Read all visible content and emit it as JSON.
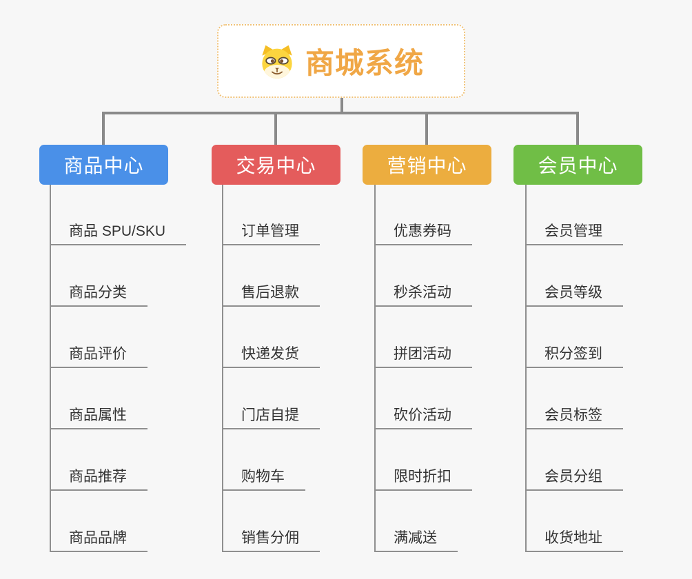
{
  "root": {
    "title": "商城系统",
    "icon": "dog-face-icon"
  },
  "branches": [
    {
      "label": "商品中心",
      "color": "#4a90e8",
      "children": [
        "商品 SPU/SKU",
        "商品分类",
        "商品评价",
        "商品属性",
        "商品推荐",
        "商品品牌"
      ]
    },
    {
      "label": "交易中心",
      "color": "#e45c5c",
      "children": [
        "订单管理",
        "售后退款",
        "快递发货",
        "门店自提",
        "购物车",
        "销售分佣"
      ]
    },
    {
      "label": "营销中心",
      "color": "#ecad3f",
      "children": [
        "优惠券码",
        "秒杀活动",
        "拼团活动",
        "砍价活动",
        "限时折扣",
        "满减送"
      ]
    },
    {
      "label": "会员中心",
      "color": "#70be46",
      "children": [
        "会员管理",
        "会员等级",
        "积分签到",
        "会员标签",
        "会员分组",
        "收货地址"
      ]
    }
  ],
  "colors": {
    "background": "#f7f7f7",
    "connector": "#8a8a8a",
    "child_line": "#8f8f8f",
    "child_text": "#333333",
    "root_title": "#f0a746",
    "root_border": "#f0c278"
  }
}
